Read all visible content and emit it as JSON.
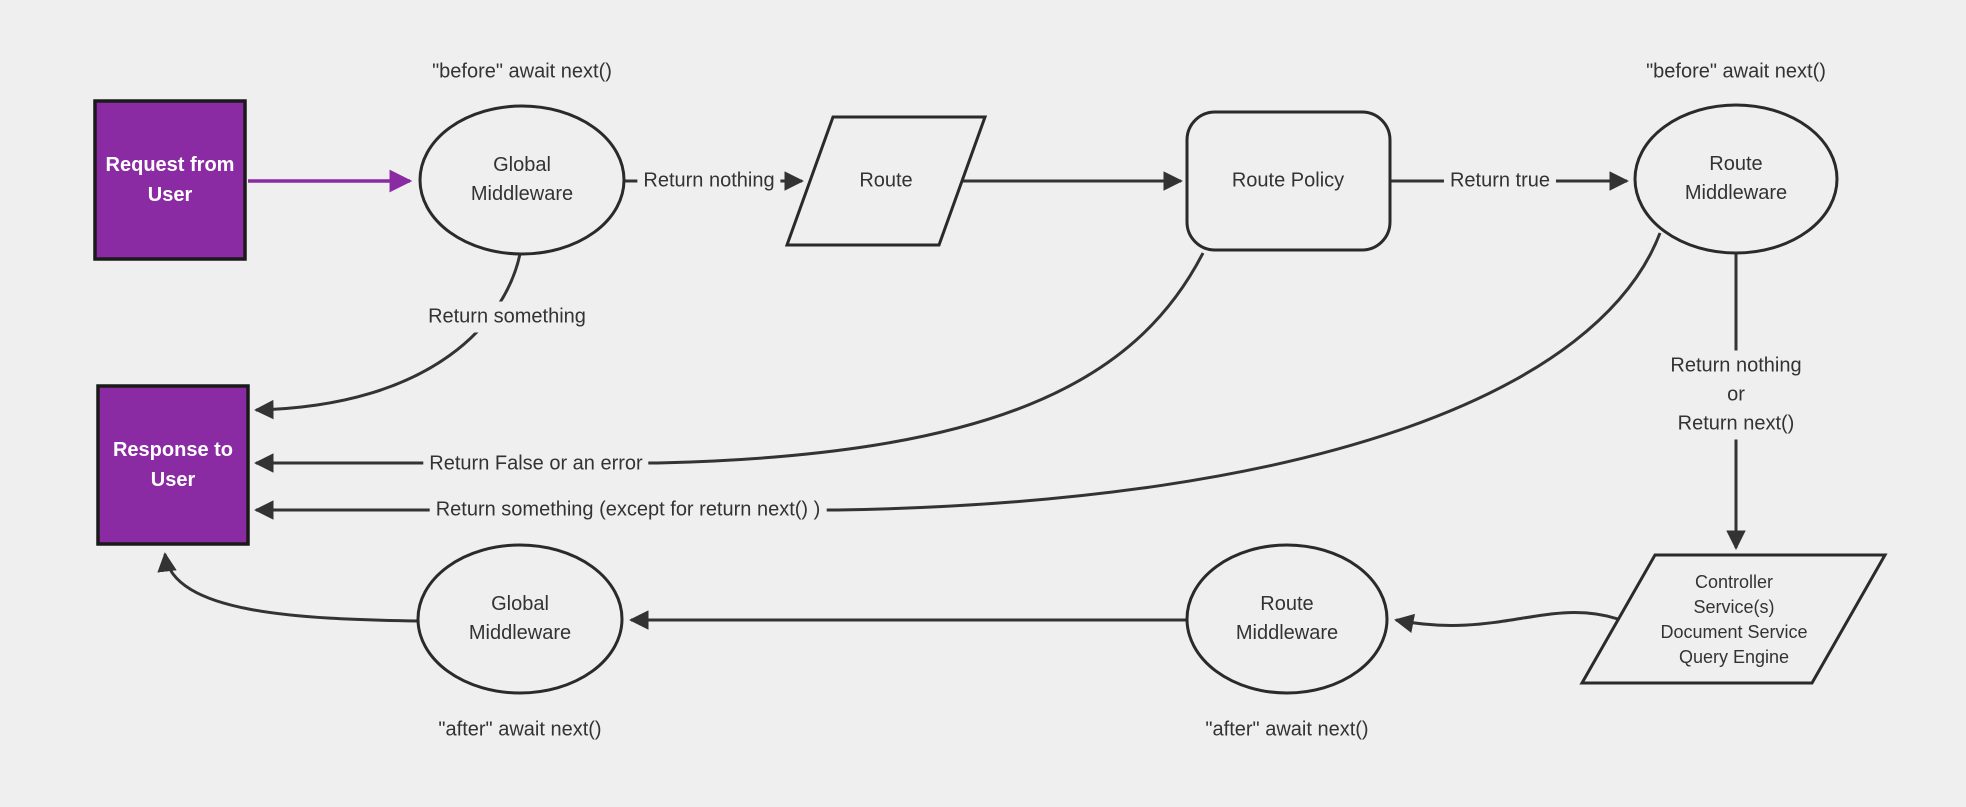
{
  "colors": {
    "background": "#efefef",
    "node_fill": "#efefef",
    "node_stroke": "#2a2a2a",
    "edge": "#333333",
    "purple_fill": "#8a2ba4",
    "purple_stroke": "#1a1a1a",
    "label_text": "#333333"
  },
  "nodes": {
    "request": {
      "label": "Request from\nUser"
    },
    "response": {
      "label": "Response to\nUser"
    },
    "global_middleware_top": {
      "label": "Global\nMiddleware"
    },
    "route": {
      "label": "Route"
    },
    "route_policy": {
      "label": "Route Policy"
    },
    "route_middleware_top": {
      "label": "Route\nMiddleware"
    },
    "controller": {
      "label": "Controller\nService(s)\nDocument Service\nQuery Engine"
    },
    "route_middleware_bottom": {
      "label": "Route\nMiddleware"
    },
    "global_middleware_bottom": {
      "label": "Global\nMiddleware"
    }
  },
  "annotations": {
    "before_left": "\"before\" await next()",
    "before_right": "\"before\" await next()",
    "after_left": "\"after\" await next()",
    "after_right": "\"after\" await next()"
  },
  "edge_labels": {
    "return_nothing": "Return nothing",
    "return_true": "Return true",
    "return_something": "Return something",
    "return_false": "Return False or an error",
    "return_something_except": "Return something (except for return next() )",
    "return_nothing_or_next": "Return nothing\nor\nReturn next()"
  }
}
